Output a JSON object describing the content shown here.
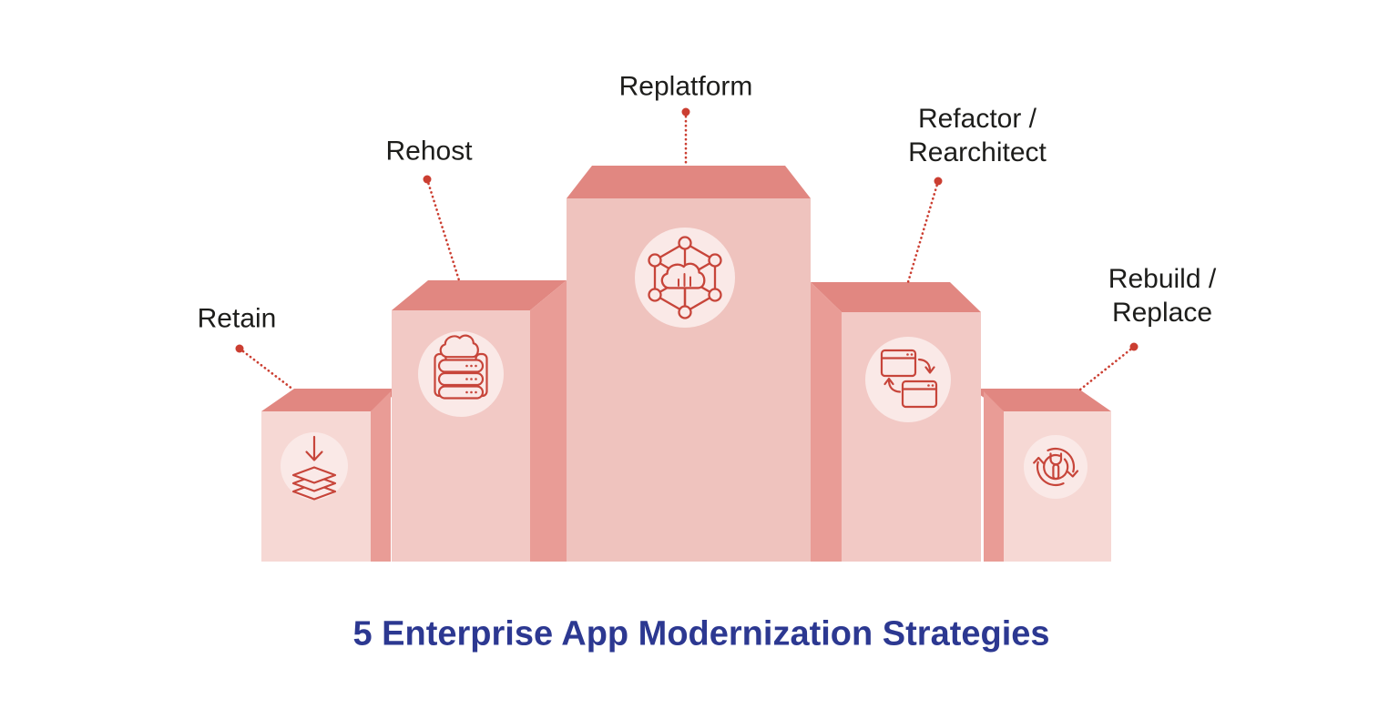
{
  "title": "5 Enterprise App Modernization Strategies",
  "colors": {
    "front_light": "#F6D8D4",
    "front_mid": "#F2C9C5",
    "front_center": "#EFC3BE",
    "side_face": "#E99C96",
    "top_face": "#E18781",
    "icon_circle": "#FAE9E7",
    "icon_stroke": "#C7453A",
    "connector": "#CB3E31",
    "label_text": "#1D1D1B",
    "title_color": "#2C3891"
  },
  "strategies": [
    {
      "name": "Retain",
      "icon": "layers-download",
      "label_lines": [
        "Retain"
      ]
    },
    {
      "name": "Rehost",
      "icon": "cloud-server",
      "label_lines": [
        "Rehost"
      ]
    },
    {
      "name": "Replatform",
      "icon": "cloud-network",
      "label_lines": [
        "Replatform"
      ]
    },
    {
      "name": "Refactor / Rearchitect",
      "icon": "window-swap",
      "label_lines": [
        "Refactor /",
        "Rearchitect"
      ]
    },
    {
      "name": "Rebuild / Replace",
      "icon": "wrench-cycle",
      "label_lines": [
        "Rebuild /",
        "Replace"
      ]
    }
  ]
}
